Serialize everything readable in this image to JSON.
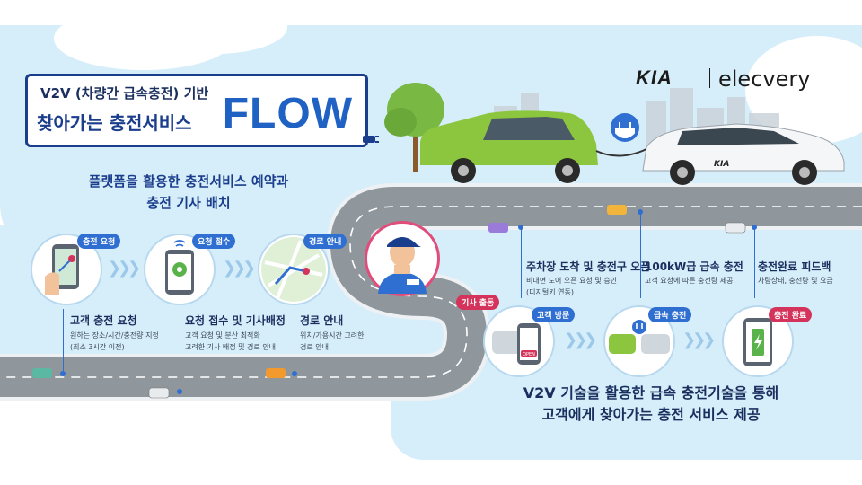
{
  "title": {
    "line1": "V2V (차량간 급속충전) 기반",
    "line2": "찾아가는 충전서비스",
    "flow": "FLOW"
  },
  "branding": {
    "kia": "KIA",
    "service": "elecvery"
  },
  "left_heading": {
    "line1": "플랫폼을 활용한 충전서비스 예약과",
    "line2": "충전 기사 배치"
  },
  "steps_left": [
    {
      "tag": "충전 요청",
      "title": "고객 충전 요청",
      "desc1": "원하는 장소/시간/충전량 지정",
      "desc2": "(최소 3시간 이전)"
    },
    {
      "tag": "요청 접수",
      "title": "요청 접수 및 기사배정",
      "desc1": "고객 요청 및 분산 최적화",
      "desc2": "고려한 기사 배정 및 경로 안내"
    },
    {
      "tag": "경로 안내",
      "title": "경로 안내",
      "desc1": "위치/가용시간 고려한",
      "desc2": "경로 안내"
    }
  ],
  "driver_tag": "기사 출동",
  "steps_right": [
    {
      "tag": "고객 방문",
      "title": "주차장 도착 및 충전구 오픈",
      "desc1": "비대면 도어 오픈 요청 및 승인",
      "desc2": "(디지털키 연동)"
    },
    {
      "tag": "급속 충전",
      "title": "100kW급 급속 충전",
      "desc1": "고객 요청에 따른 충전량 제공",
      "desc2": ""
    },
    {
      "tag": "충전 완료",
      "title": "충전완료 피드백",
      "desc1": "차량상태, 충전량 및 요금",
      "desc2": ""
    }
  ],
  "bottom_message": {
    "line1": "V2V 기술을 활용한 급속 충전기술을 통해",
    "line2": "고객에게 찾아가는 충전 서비스 제공"
  },
  "phone_badge": "OPEN",
  "colors": {
    "navy": "#1a3d8c",
    "accent_blue": "#1f62c4",
    "tag_blue": "#2f6fd1",
    "tag_red": "#d4335b",
    "sky": "#d6eefa",
    "road": "#8f969c",
    "green_car": "#8cc63f"
  }
}
